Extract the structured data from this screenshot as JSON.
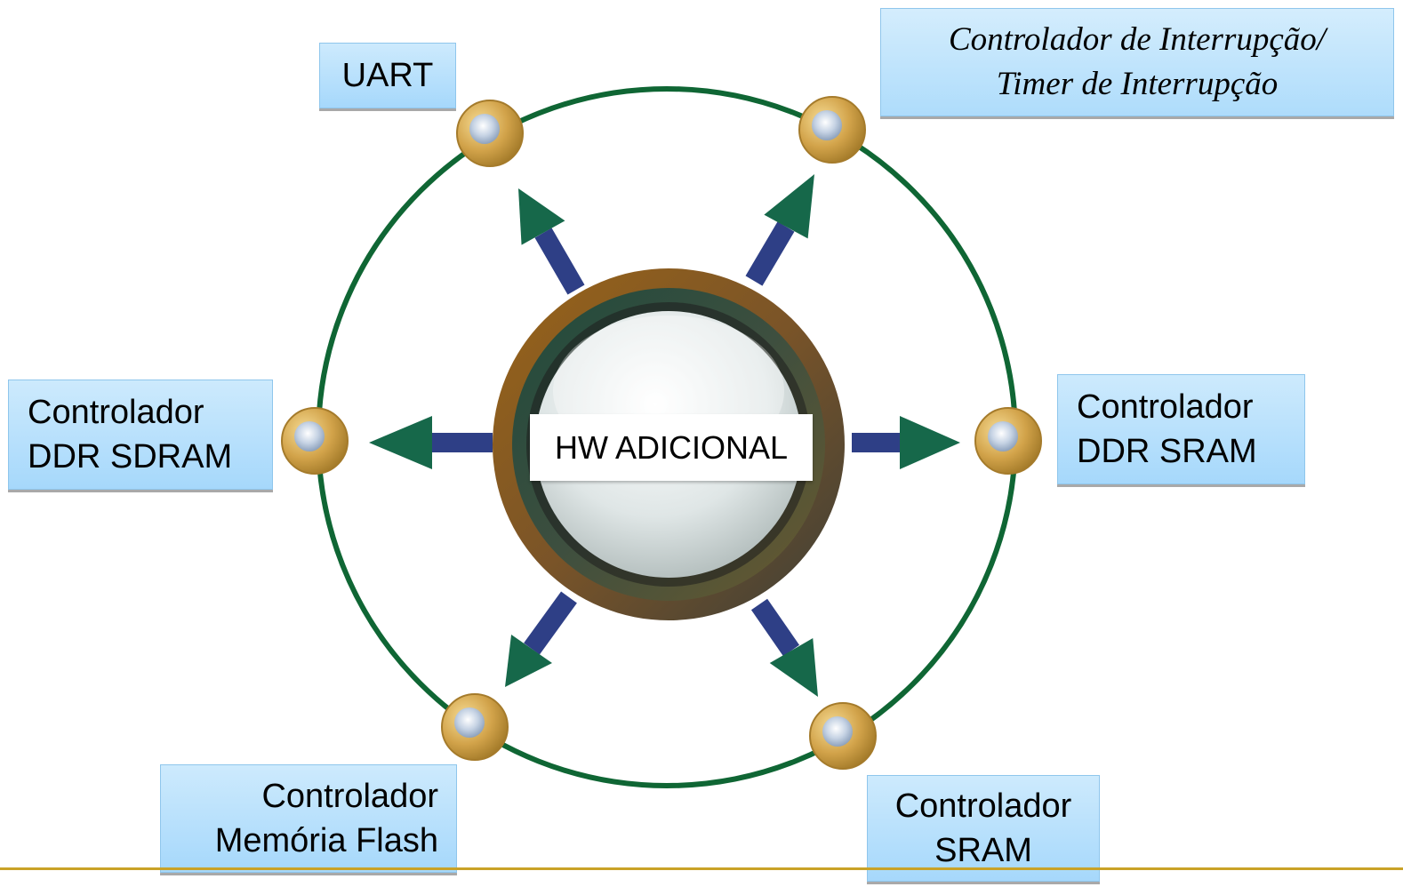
{
  "hub": {
    "label": "HW ADICIONAL"
  },
  "nodes": {
    "uart": {
      "lines": [
        "UART"
      ]
    },
    "interrupt": {
      "lines": [
        "Controlador de Interrupção/",
        "Timer de Interrupção"
      ]
    },
    "ddr_sdram": {
      "lines": [
        "Controlador",
        "DDR SDRAM"
      ]
    },
    "ddr_sram": {
      "lines": [
        "Controlador",
        "DDR SRAM"
      ]
    },
    "flash": {
      "lines": [
        "Controlador",
        "Memória Flash"
      ]
    },
    "sram": {
      "lines": [
        "Controlador",
        "SRAM"
      ]
    }
  },
  "colors": {
    "ring": "#0f6634",
    "arrow_head": "#16684a",
    "arrow_shaft": "#2e3f86",
    "node": "#c89b3c",
    "label_bg": "#b3defc",
    "footer": "#c9a227"
  }
}
